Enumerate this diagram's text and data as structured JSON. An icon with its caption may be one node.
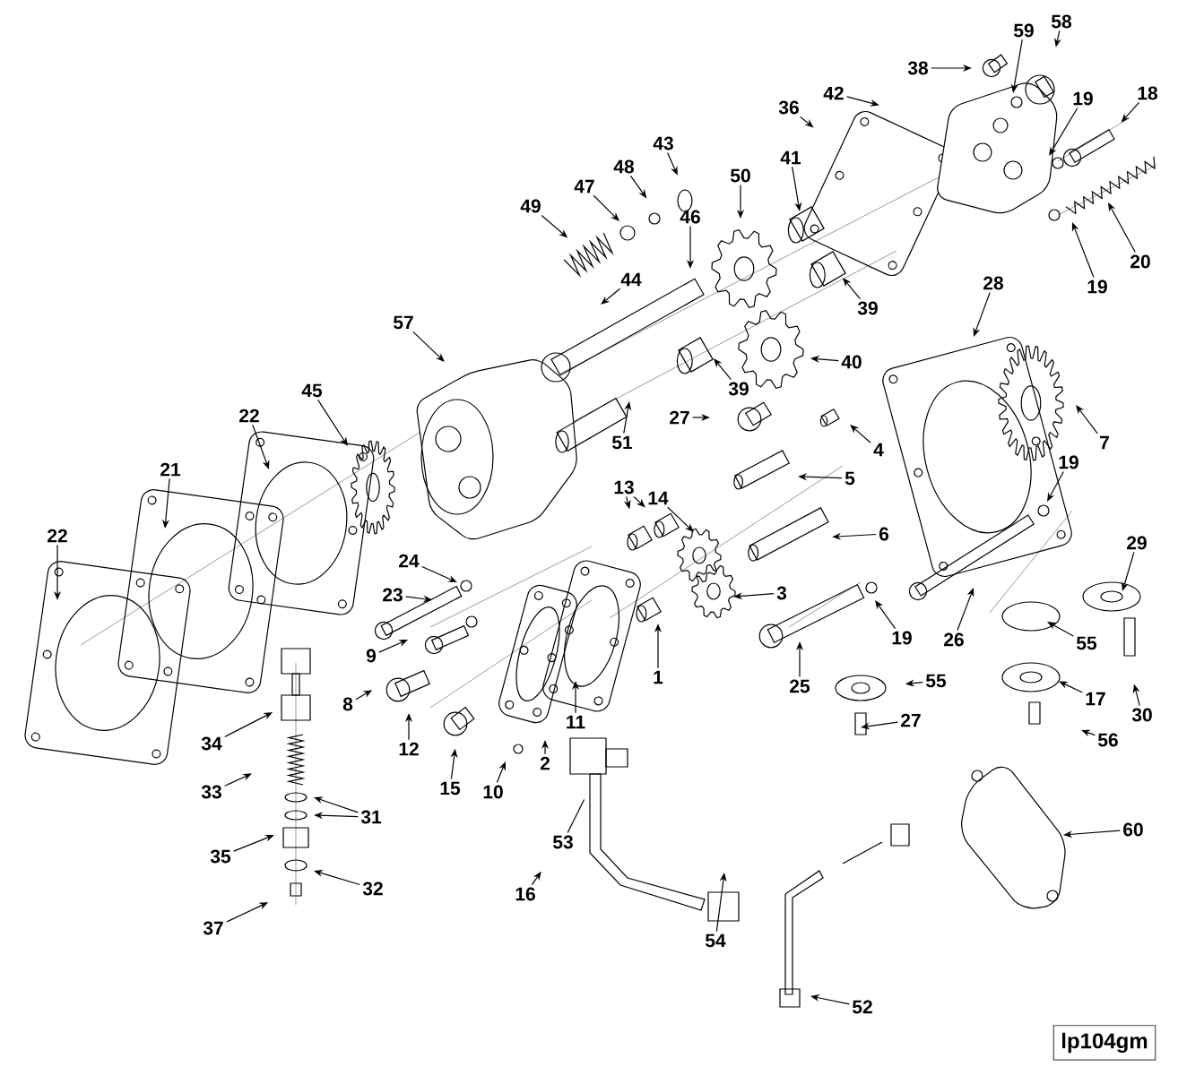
{
  "diagram": {
    "nodes": [
      {
        "text": [
          "38"
        ]
      },
      {
        "text": [
          "59"
        ]
      },
      {
        "text": [
          "58"
        ]
      },
      {
        "text": [
          "42"
        ]
      },
      {
        "text": [
          "36"
        ]
      },
      {
        "text": [
          "19"
        ]
      },
      {
        "text": [
          "18"
        ]
      },
      {
        "text": [
          "20"
        ]
      },
      {
        "text": [
          "19"
        ]
      },
      {
        "text": [
          "43"
        ]
      },
      {
        "text": [
          "48"
        ]
      },
      {
        "text": [
          "47"
        ]
      },
      {
        "text": [
          "49"
        ]
      },
      {
        "text": [
          "50"
        ]
      },
      {
        "text": [
          "41"
        ]
      },
      {
        "text": [
          "46"
        ]
      },
      {
        "text": [
          "44"
        ]
      },
      {
        "text": [
          "39"
        ]
      },
      {
        "text": [
          "57"
        ]
      },
      {
        "text": [
          "28"
        ]
      },
      {
        "text": [
          "40"
        ]
      },
      {
        "text": [
          "39"
        ]
      },
      {
        "text": [
          "51"
        ]
      },
      {
        "text": [
          "27"
        ]
      },
      {
        "text": [
          "7"
        ]
      },
      {
        "text": [
          "4"
        ]
      },
      {
        "text": [
          "45"
        ]
      },
      {
        "text": [
          "22"
        ]
      },
      {
        "text": [
          "21"
        ]
      },
      {
        "text": [
          "14"
        ]
      },
      {
        "text": [
          "5"
        ]
      },
      {
        "text": [
          "13"
        ]
      },
      {
        "text": [
          "6"
        ]
      },
      {
        "text": [
          "19"
        ]
      },
      {
        "text": [
          "22"
        ]
      },
      {
        "text": [
          "29"
        ]
      },
      {
        "text": [
          "24"
        ]
      },
      {
        "text": [
          "23"
        ]
      },
      {
        "text": [
          "3"
        ]
      },
      {
        "text": [
          "9"
        ]
      },
      {
        "text": [
          "26"
        ]
      },
      {
        "text": [
          "55"
        ]
      },
      {
        "text": [
          "19"
        ]
      },
      {
        "text": [
          "8"
        ]
      },
      {
        "text": [
          "11"
        ]
      },
      {
        "text": [
          "1"
        ]
      },
      {
        "text": [
          "2"
        ]
      },
      {
        "text": [
          "12"
        ]
      },
      {
        "text": [
          "25"
        ]
      },
      {
        "text": [
          "55"
        ]
      },
      {
        "text": [
          "17"
        ]
      },
      {
        "text": [
          "30"
        ]
      },
      {
        "text": [
          "27"
        ]
      },
      {
        "text": [
          "56"
        ]
      },
      {
        "text": [
          "15"
        ]
      },
      {
        "text": [
          "10"
        ]
      },
      {
        "text": [
          "53"
        ]
      },
      {
        "text": [
          "34"
        ]
      },
      {
        "text": [
          "33"
        ]
      },
      {
        "text": [
          "31"
        ]
      },
      {
        "text": [
          "35"
        ]
      },
      {
        "text": [
          "32"
        ]
      },
      {
        "text": [
          "16"
        ]
      },
      {
        "text": [
          "37"
        ]
      },
      {
        "text": [
          "60"
        ]
      },
      {
        "text": [
          "54"
        ]
      },
      {
        "text": [
          "52"
        ]
      },
      {
        "text": [
          "lp104gm"
        ]
      }
    ],
    "edges": [
      {
        "from": 0,
        "to": null,
        "arrow": "to"
      },
      {
        "from": 1,
        "to": null,
        "arrow": "to"
      },
      {
        "from": 2,
        "to": null,
        "arrow": "to"
      },
      {
        "from": 3,
        "to": null,
        "arrow": "to"
      },
      {
        "from": 4,
        "to": null,
        "arrow": "to"
      },
      {
        "from": 5,
        "to": null,
        "arrow": "to"
      },
      {
        "from": 6,
        "to": null,
        "arrow": "to"
      },
      {
        "from": 7,
        "to": null,
        "arrow": "to"
      },
      {
        "from": 8,
        "to": null,
        "arrow": "to"
      },
      {
        "from": 9,
        "to": null,
        "arrow": "to"
      },
      {
        "from": 10,
        "to": null,
        "arrow": "to"
      },
      {
        "from": 11,
        "to": null,
        "arrow": "to"
      },
      {
        "from": 12,
        "to": null,
        "arrow": "to"
      },
      {
        "from": 13,
        "to": null,
        "arrow": "to"
      },
      {
        "from": 14,
        "to": null,
        "arrow": "to"
      },
      {
        "from": 15,
        "to": null,
        "arrow": "to"
      },
      {
        "from": 16,
        "to": null,
        "arrow": "to"
      },
      {
        "from": 17,
        "to": null,
        "arrow": "to"
      },
      {
        "from": 18,
        "to": null,
        "arrow": "to"
      },
      {
        "from": 19,
        "to": null,
        "arrow": "to"
      },
      {
        "from": 20,
        "to": null,
        "arrow": "to"
      },
      {
        "from": 21,
        "to": null,
        "arrow": "to"
      },
      {
        "from": 22,
        "to": null,
        "arrow": "to"
      },
      {
        "from": 23,
        "to": null,
        "arrow": "to"
      },
      {
        "from": 24,
        "to": null,
        "arrow": "to"
      },
      {
        "from": 25,
        "to": null,
        "arrow": "to"
      },
      {
        "from": 26,
        "to": null,
        "arrow": "to"
      },
      {
        "from": 27,
        "to": null,
        "arrow": "to"
      },
      {
        "from": 28,
        "to": null,
        "arrow": "to"
      },
      {
        "from": 29,
        "to": null,
        "arrow": "to"
      },
      {
        "from": 30,
        "to": null,
        "arrow": "to"
      },
      {
        "from": 31,
        "to": null,
        "arrow": "to"
      },
      {
        "from": 31,
        "to": null,
        "arrow": "to"
      },
      {
        "from": 32,
        "to": null,
        "arrow": "to"
      },
      {
        "from": 33,
        "to": null,
        "arrow": "to"
      },
      {
        "from": 34,
        "to": null,
        "arrow": "to"
      },
      {
        "from": 35,
        "to": null,
        "arrow": "to"
      },
      {
        "from": 36,
        "to": null,
        "arrow": "to"
      },
      {
        "from": 37,
        "to": null,
        "arrow": "to"
      },
      {
        "from": 38,
        "to": null,
        "arrow": "to"
      },
      {
        "from": 39,
        "to": null,
        "arrow": "to"
      },
      {
        "from": 40,
        "to": null,
        "arrow": "to"
      },
      {
        "from": 41,
        "to": null,
        "arrow": "to"
      },
      {
        "from": 42,
        "to": null,
        "arrow": "to"
      },
      {
        "from": 43,
        "to": null,
        "arrow": "to"
      },
      {
        "from": 44,
        "to": null,
        "arrow": "to"
      },
      {
        "from": 45,
        "to": null,
        "arrow": "to"
      },
      {
        "from": 46,
        "to": null,
        "arrow": "to"
      },
      {
        "from": 47,
        "to": null,
        "arrow": "to"
      },
      {
        "from": 48,
        "to": null,
        "arrow": "to"
      },
      {
        "from": 49,
        "to": null,
        "arrow": "to"
      },
      {
        "from": 50,
        "to": null,
        "arrow": "to"
      },
      {
        "from": 51,
        "to": null,
        "arrow": "to"
      },
      {
        "from": 52,
        "to": null,
        "arrow": "to"
      },
      {
        "from": 53,
        "to": null,
        "arrow": "to"
      },
      {
        "from": 54,
        "to": null,
        "arrow": "to"
      },
      {
        "from": 55,
        "to": null,
        "arrow": "to"
      },
      {
        "from": 56,
        "to": null,
        "arrow": "none"
      },
      {
        "from": 57,
        "to": null,
        "arrow": "to"
      },
      {
        "from": 58,
        "to": null,
        "arrow": "to"
      },
      {
        "from": 59,
        "to": null,
        "arrow": "to"
      },
      {
        "from": 59,
        "to": null,
        "arrow": "to"
      },
      {
        "from": 60,
        "to": null,
        "arrow": "to"
      },
      {
        "from": 61,
        "to": null,
        "arrow": "to"
      },
      {
        "from": 62,
        "to": null,
        "arrow": "to"
      },
      {
        "from": 63,
        "to": null,
        "arrow": "to"
      },
      {
        "from": 64,
        "to": null,
        "arrow": "to"
      },
      {
        "from": 65,
        "to": null,
        "arrow": "to"
      },
      {
        "from": 66,
        "to": null,
        "arrow": "to"
      }
    ]
  }
}
